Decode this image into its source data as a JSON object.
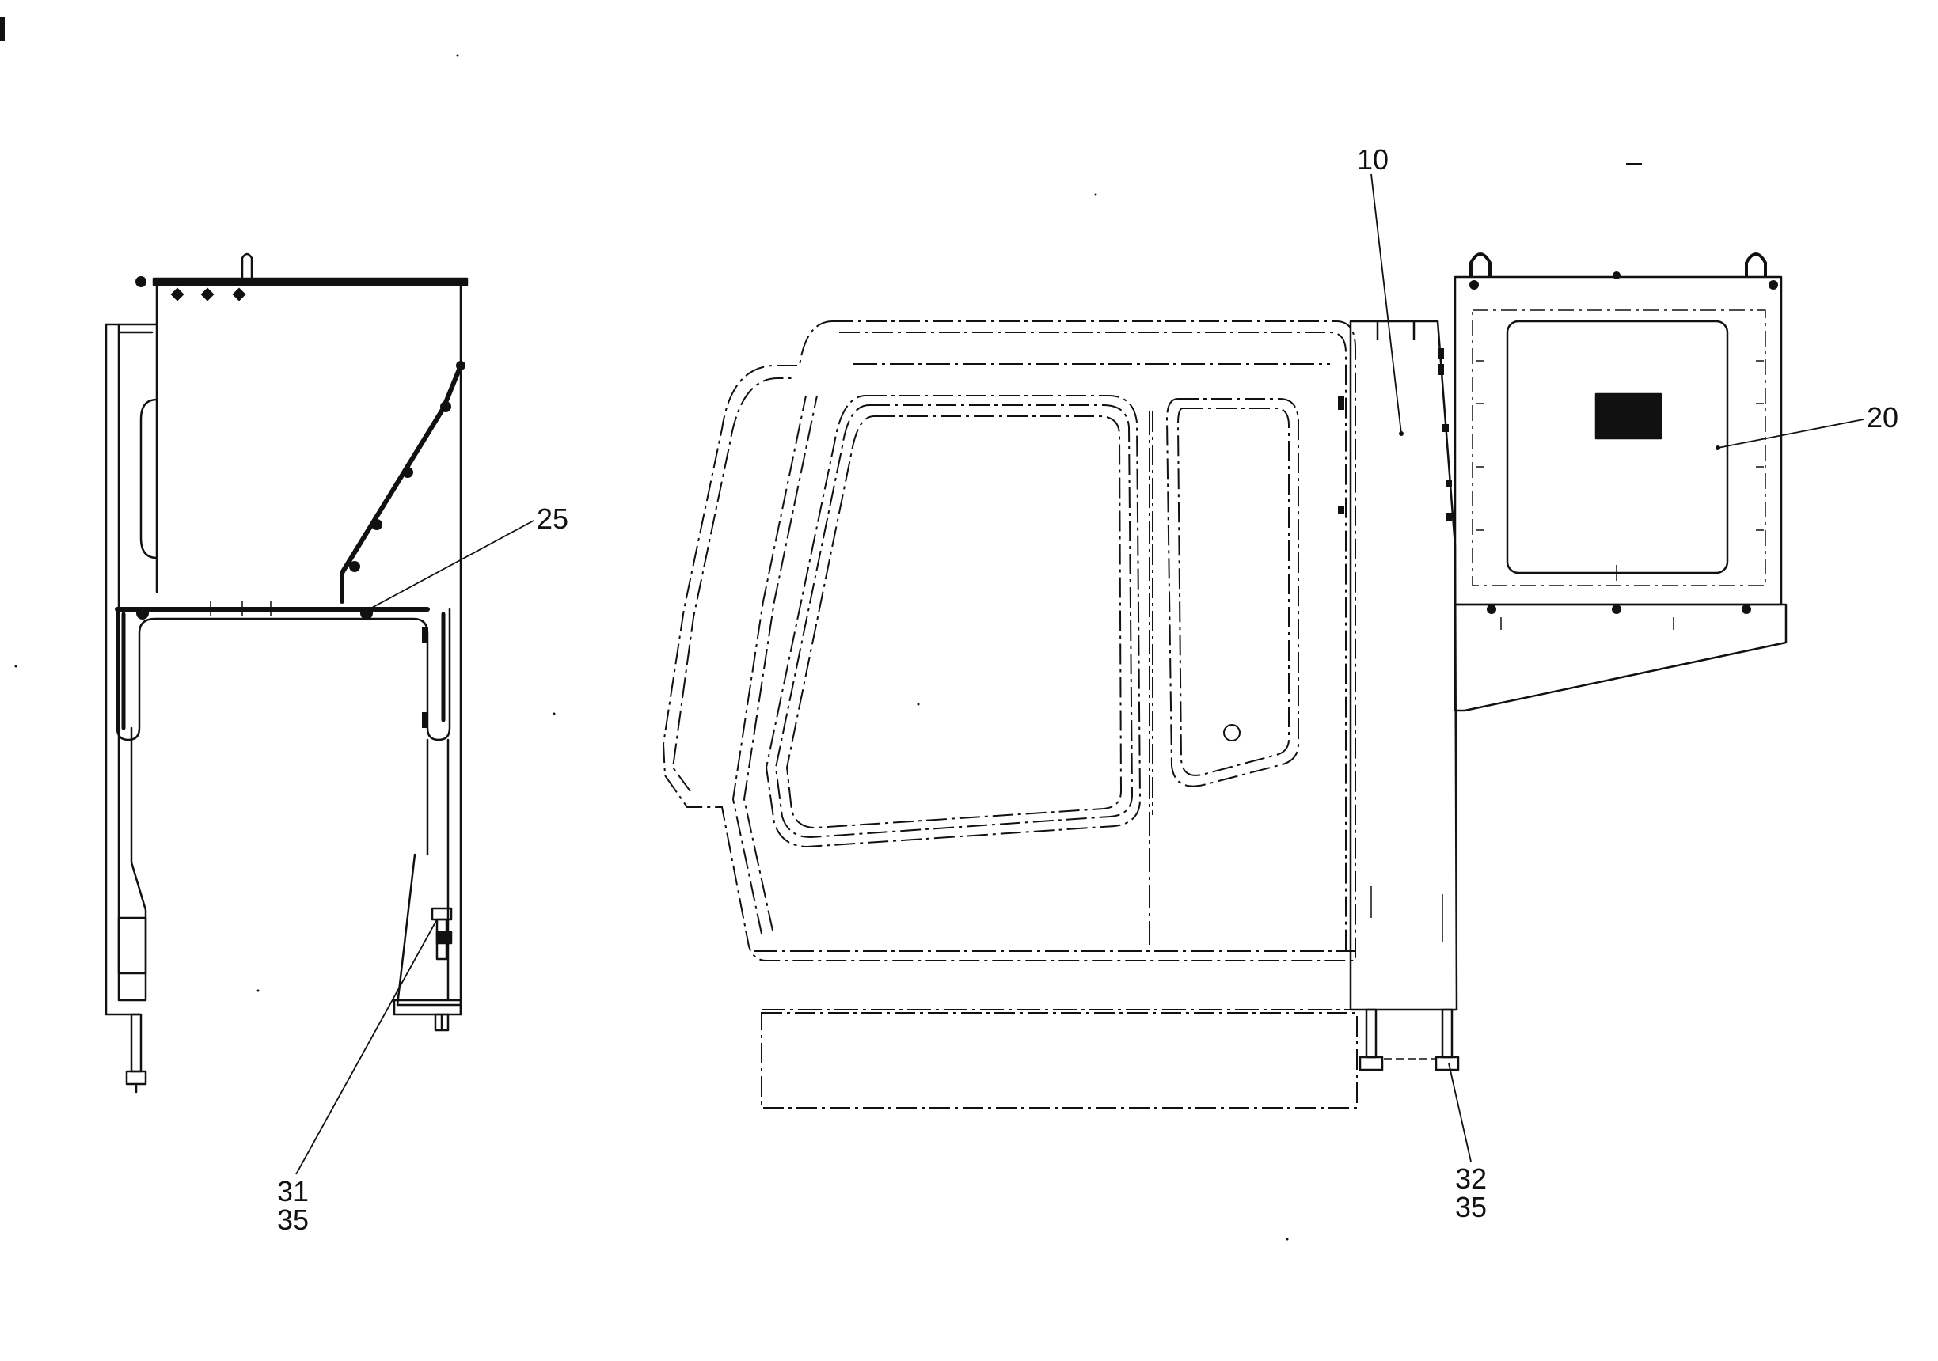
{
  "diagram": {
    "callouts": [
      {
        "id": "c10",
        "lines": [
          "10"
        ]
      },
      {
        "id": "c20",
        "lines": [
          "20"
        ]
      },
      {
        "id": "c25",
        "lines": [
          "25"
        ]
      },
      {
        "id": "c31",
        "lines": [
          "31",
          "35"
        ]
      },
      {
        "id": "c32",
        "lines": [
          "32",
          "35"
        ]
      }
    ]
  },
  "colors": {
    "ink": "#111111",
    "background": "#ffffff"
  }
}
